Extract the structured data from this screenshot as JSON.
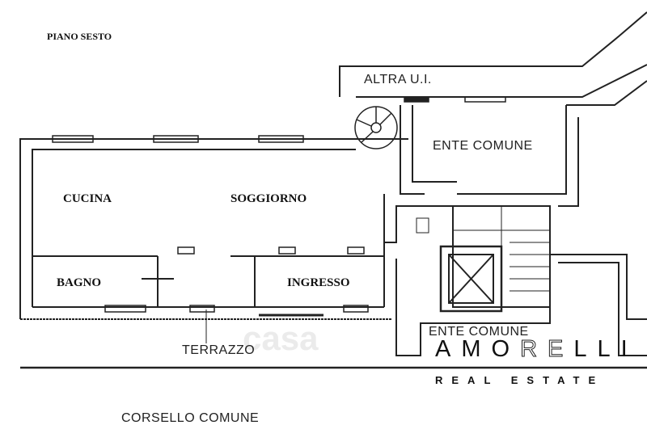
{
  "title": "PIANO SESTO",
  "rooms": {
    "cucina": "CUCINA",
    "soggiorno": "SOGGIORNO",
    "bagno": "BAGNO",
    "ingresso": "INGRESSO",
    "terrazzo": "TERRAZZO",
    "altra_ui": "ALTRA U.I.",
    "ente_comune_top": "ENTE COMUNE",
    "ente_comune_bottom": "ENTE COMUNE",
    "corsello": "CORSELLO COMUNE"
  },
  "logo": {
    "part1": "AMO",
    "part2": "RE",
    "part3": "LLI",
    "subtitle": "REAL ESTATE"
  },
  "watermark": "casa"
}
